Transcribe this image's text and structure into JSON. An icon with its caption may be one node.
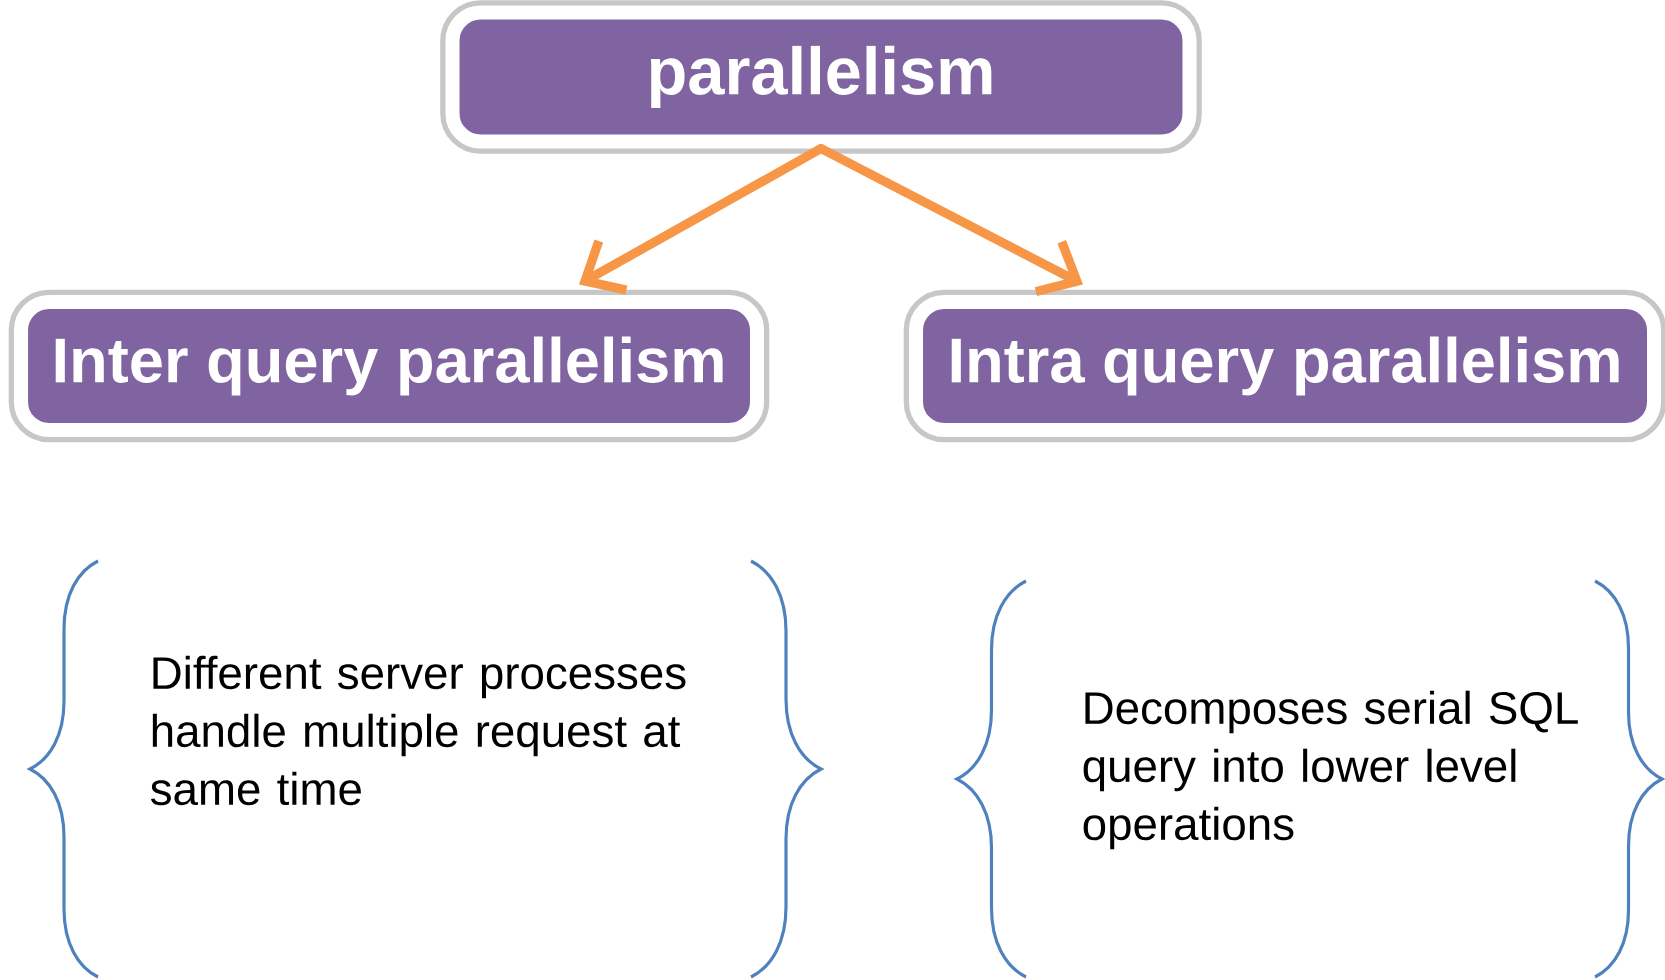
{
  "diagram": {
    "nodes": [
      {
        "text": [
          "parallelism"
        ]
      },
      {
        "text": [
          "Inter query parallelism"
        ]
      },
      {
        "text": [
          "Intra query parallelism"
        ]
      }
    ],
    "edges": [
      {
        "from": 0,
        "to": 1,
        "arrow": "to"
      },
      {
        "from": 0,
        "to": 2,
        "arrow": "to"
      }
    ],
    "labels": [
      "Different server processes handle multiple request at same time",
      "Decomposes serial SQL query into lower level operations"
    ]
  }
}
